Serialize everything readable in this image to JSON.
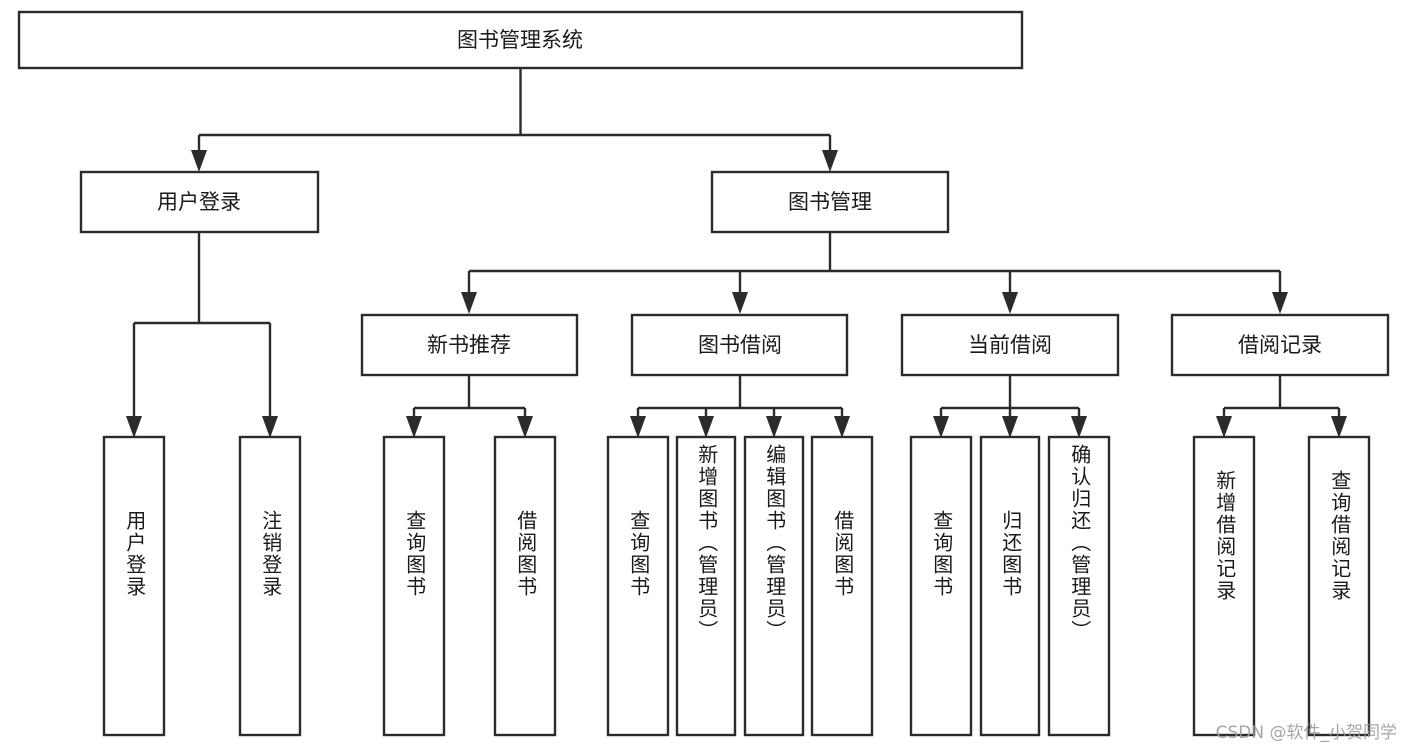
{
  "diagram": {
    "type": "tree-hierarchy",
    "title": "图书管理系统",
    "orientation": "top-down",
    "watermark": "CSDN @软件_小贺同学",
    "colors": {
      "background": "#ffffff",
      "box_stroke": "#2b2b2b",
      "box_fill": "#ffffff",
      "text": "#1a1a1a",
      "watermark": "#9a9a9a"
    },
    "root": {
      "label": "图书管理系统"
    },
    "level2": [
      {
        "label": "用户登录"
      },
      {
        "label": "图书管理"
      }
    ],
    "level3": [
      {
        "label": "新书推荐"
      },
      {
        "label": "图书借阅"
      },
      {
        "label": "当前借阅"
      },
      {
        "label": "借阅记录"
      }
    ],
    "leaves": [
      {
        "label": "用户登录",
        "parent": "用户登录"
      },
      {
        "label": "注销登录",
        "parent": "用户登录"
      },
      {
        "label": "查询图书",
        "parent": "新书推荐"
      },
      {
        "label": "借阅图书",
        "parent": "新书推荐"
      },
      {
        "label": "查询图书",
        "parent": "图书借阅"
      },
      {
        "label": "新增图书（管理员）",
        "parent": "图书借阅"
      },
      {
        "label": "编辑图书（管理员）",
        "parent": "图书借阅"
      },
      {
        "label": "借阅图书",
        "parent": "图书借阅"
      },
      {
        "label": "查询图书",
        "parent": "当前借阅"
      },
      {
        "label": "归还图书",
        "parent": "当前借阅"
      },
      {
        "label": "确认归还（管理员）",
        "parent": "当前借阅"
      },
      {
        "label": "新增借阅记录",
        "parent": "借阅记录"
      },
      {
        "label": "查询借阅记录",
        "parent": "借阅记录"
      }
    ]
  }
}
